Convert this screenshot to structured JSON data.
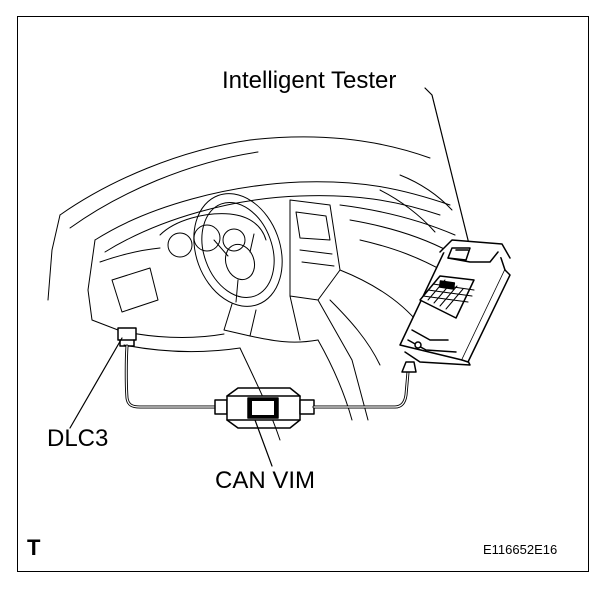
{
  "labels": {
    "intelligent_tester": "Intelligent Tester",
    "dlc3": "DLC3",
    "can_vim": "CAN VIM",
    "corner_letter": "T",
    "figure_code": "E116652E16"
  }
}
